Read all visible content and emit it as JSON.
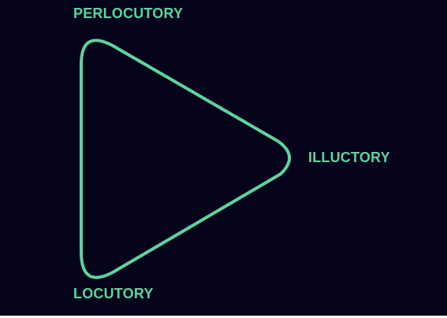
{
  "colors": {
    "background": "#04031a",
    "accent": "#5fd39e"
  },
  "labels": {
    "top": "PERLOCUTORY",
    "right": "ILLUCTORY",
    "bottom": "LOCUTORY"
  }
}
